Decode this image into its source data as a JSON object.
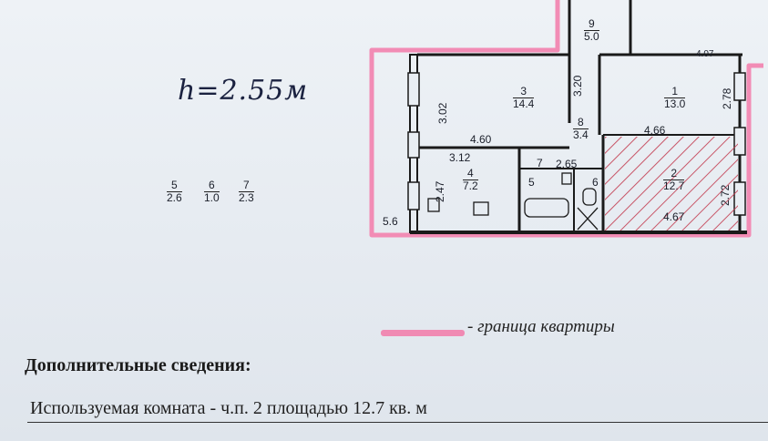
{
  "handwritten_height": "h=2.55м",
  "loose_fractions": [
    {
      "num": "5",
      "den": "2.6"
    },
    {
      "num": "6",
      "den": "1.0"
    },
    {
      "num": "7",
      "den": "2.3"
    }
  ],
  "rooms": [
    {
      "num": "9",
      "area": "5.0"
    },
    {
      "num": "3",
      "area": "14.4"
    },
    {
      "num": "1",
      "area": "13.0"
    },
    {
      "num": "8",
      "area": "3.4"
    },
    {
      "num": "4",
      "area": "7.2"
    },
    {
      "num": "2",
      "area": "12.7"
    }
  ],
  "dimensions": {
    "d302": "3.02",
    "d320": "3.20",
    "d278": "2.78",
    "d460": "4.60",
    "d466": "4.66",
    "d312": "3.12",
    "d247": "2.47",
    "d265": "2.65",
    "d272": "2.72",
    "d467": "4.67",
    "d56": "5.6",
    "d407": "4.07",
    "s7": "7",
    "s5": "5",
    "s6": "6"
  },
  "legend": {
    "text": "- граница квартиры",
    "color": "#f08ab3"
  },
  "section_title": "Дополнительные сведения:",
  "info_line": "Используемая комната - ч.п. 2 площадью 12.7 кв. м"
}
